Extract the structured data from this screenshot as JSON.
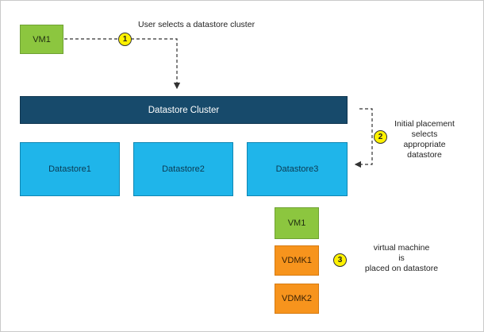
{
  "nodes": {
    "vm_top": "VM1",
    "cluster": "Datastore Cluster",
    "datastores": [
      "Datastore1",
      "Datastore2",
      "Datastore3"
    ],
    "vm_bottom": "VM1",
    "vdmk1": "VDMK1",
    "vdmk2": "VDMK2"
  },
  "steps": [
    {
      "number": "1",
      "text": "User selects a datastore cluster"
    },
    {
      "number": "2",
      "lines": [
        "Initial placement",
        "selects",
        "appropriate",
        "datastore"
      ]
    },
    {
      "number": "3",
      "lines": [
        "virtual machine",
        "is",
        "placed on datastore"
      ]
    }
  ],
  "colors": {
    "vm": "#8cc63f",
    "vdmk": "#f7941d",
    "cluster": "#174a6b",
    "datastore": "#1fb5ea",
    "badge": "#fff200"
  }
}
